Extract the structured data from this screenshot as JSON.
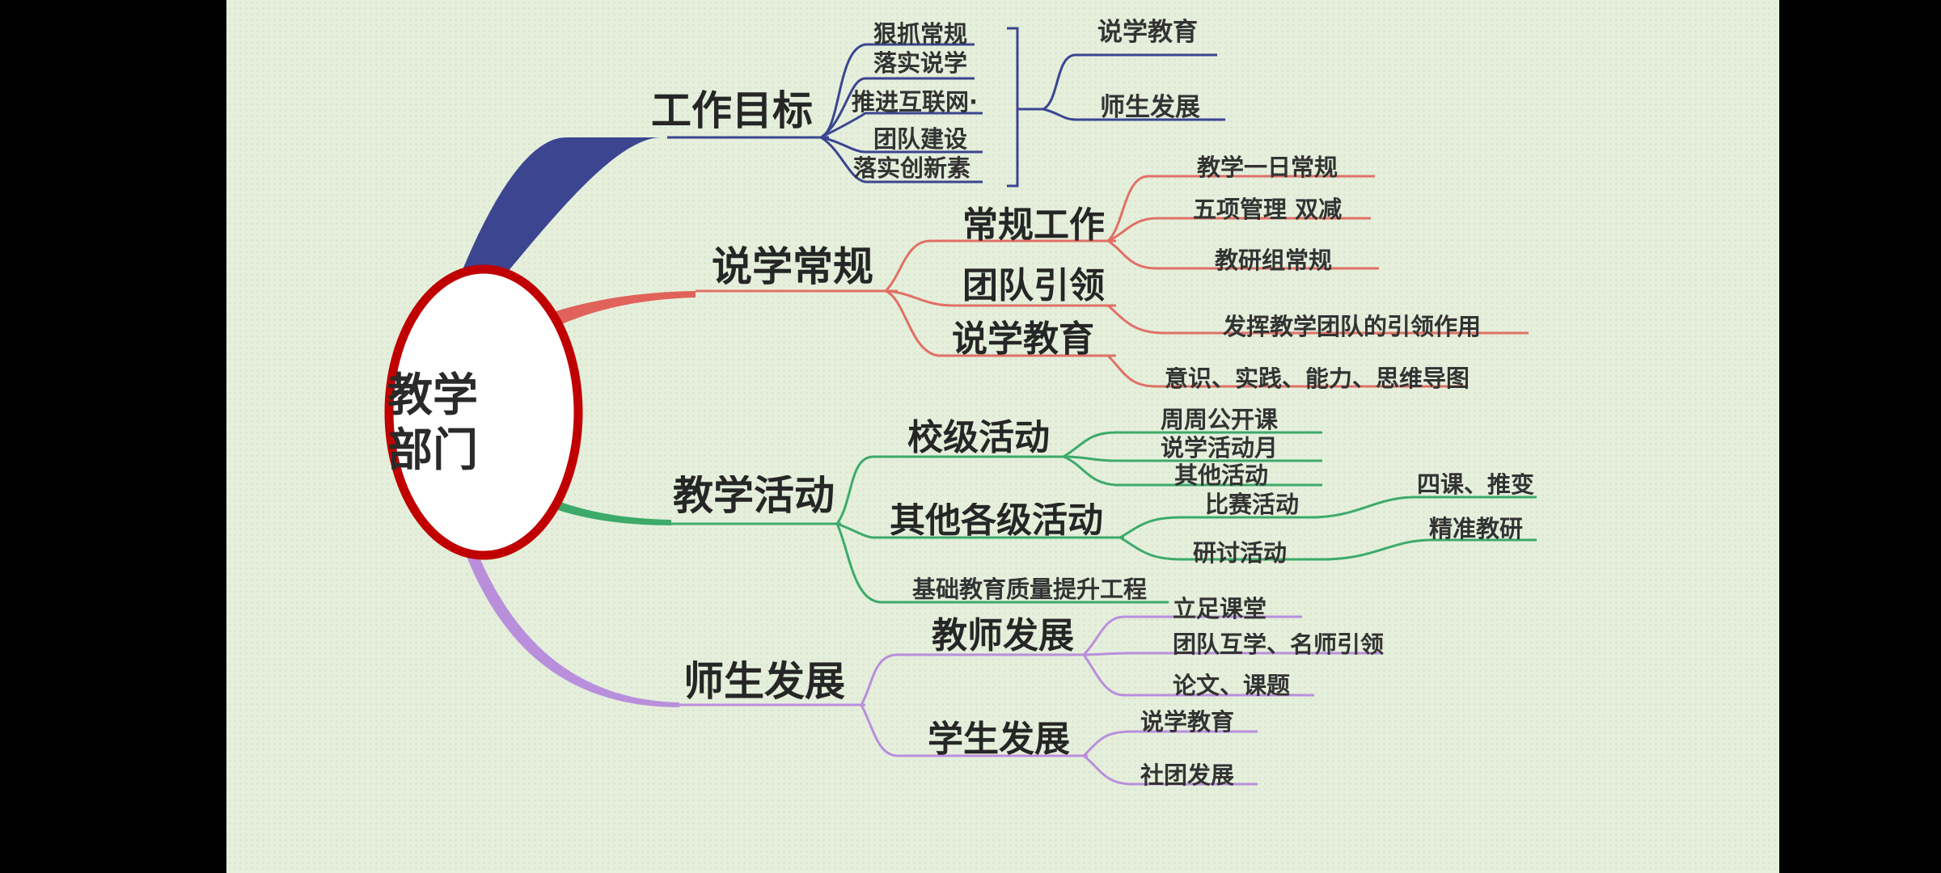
{
  "root": {
    "line1": "教学",
    "line2": "部门"
  },
  "colors": {
    "goal": "#3b4590",
    "routine": "#e05a52",
    "activity": "#3daa6a",
    "development": "#b98fdc",
    "root_ring": "#c00000"
  },
  "branches": {
    "goal": {
      "label": "工作目标",
      "items": [
        "狠抓常规",
        "落实说学",
        "推进互联网·",
        "团队建设",
        "落实创新素"
      ],
      "results": [
        "说学教育",
        "师生发展"
      ]
    },
    "routine": {
      "label": "说学常规",
      "subs": [
        "常规工作",
        "团队引领",
        "说学教育"
      ],
      "leaves": [
        "教学一日常规",
        "五项管理 双减",
        "教研组常规",
        "发挥教学团队的引领作用",
        "意识、实践、能力、思维导图"
      ]
    },
    "activity": {
      "label": "教学活动",
      "subs": [
        "校级活动",
        "其他各级活动"
      ],
      "school_leaves": [
        "周周公开课",
        "说学活动月",
        "其他活动"
      ],
      "other_leaves": [
        "比赛活动",
        "研讨活动"
      ],
      "outcomes": [
        "四课、推变",
        "精准教研"
      ],
      "project": "基础教育质量提升工程"
    },
    "development": {
      "label": "师生发展",
      "subs": [
        "教师发展",
        "学生发展"
      ],
      "teacher_leaves": [
        "立足课堂",
        "团队互学、名师引领",
        "论文、课题"
      ],
      "student_leaves": [
        "说学教育",
        "社团发展"
      ]
    }
  }
}
